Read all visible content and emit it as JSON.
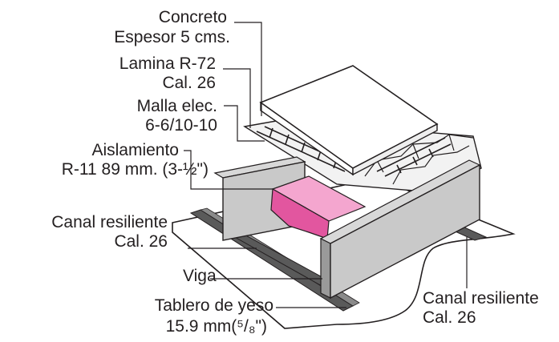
{
  "labels": {
    "concreto": {
      "line1": "Concreto",
      "line2": "Espesor 5 cms."
    },
    "lamina": {
      "line1": "Lamina R-72",
      "line2": "Cal. 26"
    },
    "malla": {
      "line1": "Malla elec.",
      "line2": "6-6/10-10"
    },
    "aislamiento": {
      "line1": "Aislamiento",
      "line2": "R-11 89 mm. (3-½\")"
    },
    "canal_left": {
      "line1": "Canal resiliente",
      "line2": "Cal. 26"
    },
    "viga": {
      "line1": "Viga"
    },
    "tablero": {
      "line1": "Tablero de yeso",
      "line2": "15.9 mm(⁵/₈\")"
    },
    "canal_right": {
      "line1": "Canal resiliente",
      "line2": "Cal. 26"
    }
  },
  "colors": {
    "outline": "#231f20",
    "concrete": "#ffffff",
    "deck": "#f2f2f2",
    "beam_face": "#c9c9c9",
    "beam_dark": "#9a9a9a",
    "channel": "#5a5a5a",
    "insulation_top": "#f4a6cf",
    "insulation_side": "#e2569f",
    "board": "#ffffff"
  }
}
